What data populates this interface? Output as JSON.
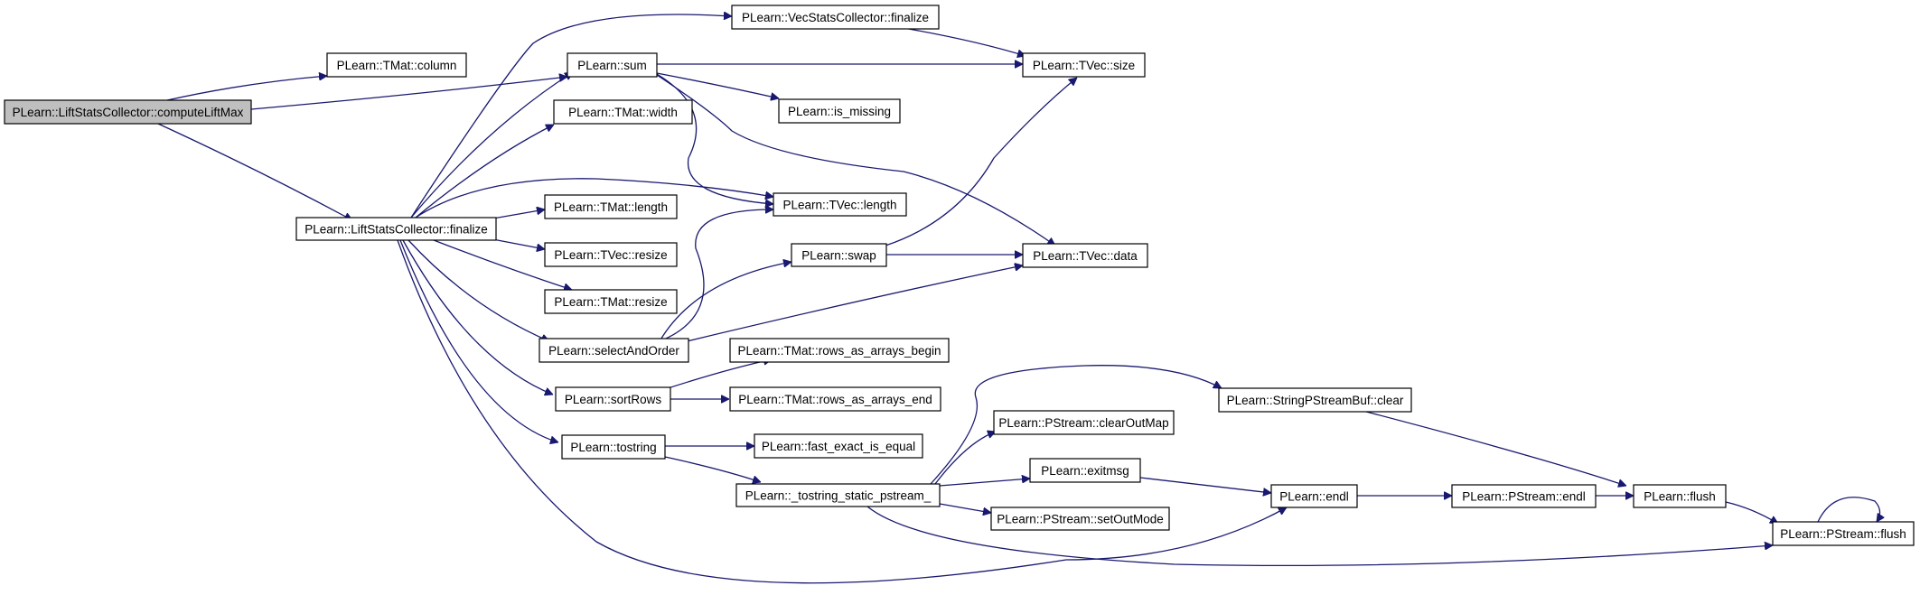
{
  "nodes": [
    {
      "id": "computeLiftMax",
      "label": "PLearn::LiftStatsCollector::computeLiftMax",
      "root": true
    },
    {
      "id": "tmat_column",
      "label": "PLearn::TMat::column"
    },
    {
      "id": "sum",
      "label": "PLearn::sum"
    },
    {
      "id": "lsc_finalize",
      "label": "PLearn::LiftStatsCollector::finalize"
    },
    {
      "id": "vsc_finalize",
      "label": "PLearn::VecStatsCollector::finalize"
    },
    {
      "id": "tvec_size",
      "label": "PLearn::TVec::size"
    },
    {
      "id": "is_missing",
      "label": "PLearn::is_missing"
    },
    {
      "id": "tmat_width",
      "label": "PLearn::TMat::width"
    },
    {
      "id": "tvec_length",
      "label": "PLearn::TVec::length"
    },
    {
      "id": "tmat_length",
      "label": "PLearn::TMat::length"
    },
    {
      "id": "swap",
      "label": "PLearn::swap"
    },
    {
      "id": "tvec_data",
      "label": "PLearn::TVec::data"
    },
    {
      "id": "tvec_resize",
      "label": "PLearn::TVec::resize"
    },
    {
      "id": "tmat_resize",
      "label": "PLearn::TMat::resize"
    },
    {
      "id": "selectAndOrder",
      "label": "PLearn::selectAndOrder"
    },
    {
      "id": "rows_begin",
      "label": "PLearn::TMat::rows_as_arrays_begin"
    },
    {
      "id": "sortRows",
      "label": "PLearn::sortRows"
    },
    {
      "id": "rows_end",
      "label": "PLearn::TMat::rows_as_arrays_end"
    },
    {
      "id": "spsb_clear",
      "label": "PLearn::StringPStreamBuf::clear"
    },
    {
      "id": "clearOutMap",
      "label": "PLearn::PStream::clearOutMap"
    },
    {
      "id": "tostring",
      "label": "PLearn::tostring"
    },
    {
      "id": "fast_exact",
      "label": "PLearn::fast_exact_is_equal"
    },
    {
      "id": "exitmsg",
      "label": "PLearn::exitmsg"
    },
    {
      "id": "tostring_static",
      "label": "PLearn::_tostring_static_pstream_"
    },
    {
      "id": "endl",
      "label": "PLearn::endl"
    },
    {
      "id": "pstream_endl",
      "label": "PLearn::PStream::endl"
    },
    {
      "id": "flush",
      "label": "PLearn::flush"
    },
    {
      "id": "setOutMode",
      "label": "PLearn::PStream::setOutMode"
    },
    {
      "id": "pstream_flush",
      "label": "PLearn::PStream::flush"
    }
  ],
  "edges": [
    [
      "computeLiftMax",
      "tmat_column"
    ],
    [
      "computeLiftMax",
      "sum"
    ],
    [
      "computeLiftMax",
      "lsc_finalize"
    ],
    [
      "sum",
      "tvec_size"
    ],
    [
      "sum",
      "is_missing"
    ],
    [
      "sum",
      "tvec_length"
    ],
    [
      "sum",
      "tvec_data"
    ],
    [
      "lsc_finalize",
      "vsc_finalize"
    ],
    [
      "lsc_finalize",
      "sum"
    ],
    [
      "lsc_finalize",
      "tmat_width"
    ],
    [
      "lsc_finalize",
      "tvec_length"
    ],
    [
      "lsc_finalize",
      "tmat_length"
    ],
    [
      "lsc_finalize",
      "tvec_resize"
    ],
    [
      "lsc_finalize",
      "tmat_resize"
    ],
    [
      "lsc_finalize",
      "selectAndOrder"
    ],
    [
      "lsc_finalize",
      "sortRows"
    ],
    [
      "lsc_finalize",
      "tostring"
    ],
    [
      "lsc_finalize",
      "endl"
    ],
    [
      "vsc_finalize",
      "tvec_size"
    ],
    [
      "swap",
      "tvec_size"
    ],
    [
      "swap",
      "tvec_data"
    ],
    [
      "selectAndOrder",
      "tvec_length"
    ],
    [
      "selectAndOrder",
      "swap"
    ],
    [
      "selectAndOrder",
      "tvec_data"
    ],
    [
      "sortRows",
      "rows_begin"
    ],
    [
      "sortRows",
      "rows_end"
    ],
    [
      "tostring",
      "fast_exact"
    ],
    [
      "tostring",
      "tostring_static"
    ],
    [
      "tostring_static",
      "spsb_clear"
    ],
    [
      "tostring_static",
      "clearOutMap"
    ],
    [
      "tostring_static",
      "exitmsg"
    ],
    [
      "tostring_static",
      "setOutMode"
    ],
    [
      "tostring_static",
      "pstream_flush"
    ],
    [
      "exitmsg",
      "endl"
    ],
    [
      "endl",
      "pstream_endl"
    ],
    [
      "pstream_endl",
      "flush"
    ],
    [
      "spsb_clear",
      "flush"
    ],
    [
      "flush",
      "pstream_flush"
    ],
    [
      "pstream_flush",
      "pstream_flush"
    ]
  ]
}
